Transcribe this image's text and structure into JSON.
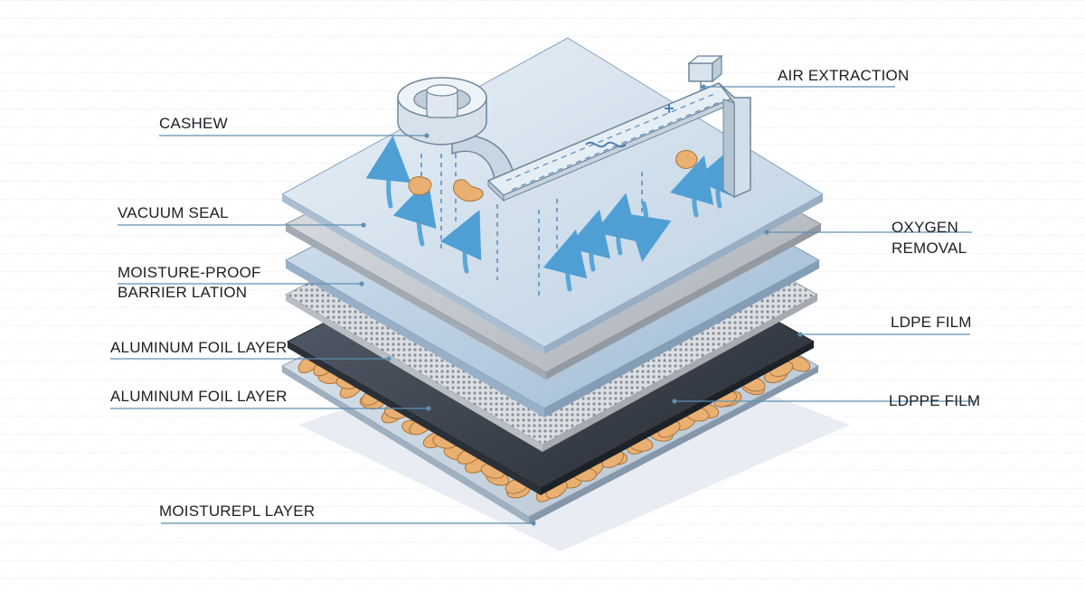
{
  "labels": {
    "cashew": "CASHEW",
    "vacuum_seal": "VACUUM SEAL",
    "moisture_proof_line1": "MOISTURE-PROOF",
    "moisture_proof_line2": "BARRIER LATION",
    "aluminum_foil_1": "ALUMINUM FOIL LAYER",
    "aluminum_foil_2": "ALUMINUM FOIL LAYER",
    "moisturepl_layer": "MOISTUREPL LAYER",
    "air_extraction": "AIR EXTRACTION",
    "oxygen_removal_line1": "OXYGEN",
    "oxygen_removal_line2": "REMOVAL",
    "ldpe_film": "LDPE FILM",
    "ldppe_film": "LDPPE FILM"
  },
  "colors": {
    "top_film": "#d6e3ef",
    "vacuum_layer": "#c2c6cc",
    "barrier_layer": "#b9cee2",
    "mesh_layer": "#d3d6da",
    "foil_layer": "#3a4350",
    "base_tray": "#c9d6e2",
    "cashew": "#e9b072",
    "airflow_arrow": "#5aa6d8",
    "leader_line": "#5f8fb0"
  },
  "icons": [
    "vacuum-nozzle-icon",
    "extraction-arm-icon",
    "airflow-arrow-icon",
    "cashew-nut-icon"
  ]
}
